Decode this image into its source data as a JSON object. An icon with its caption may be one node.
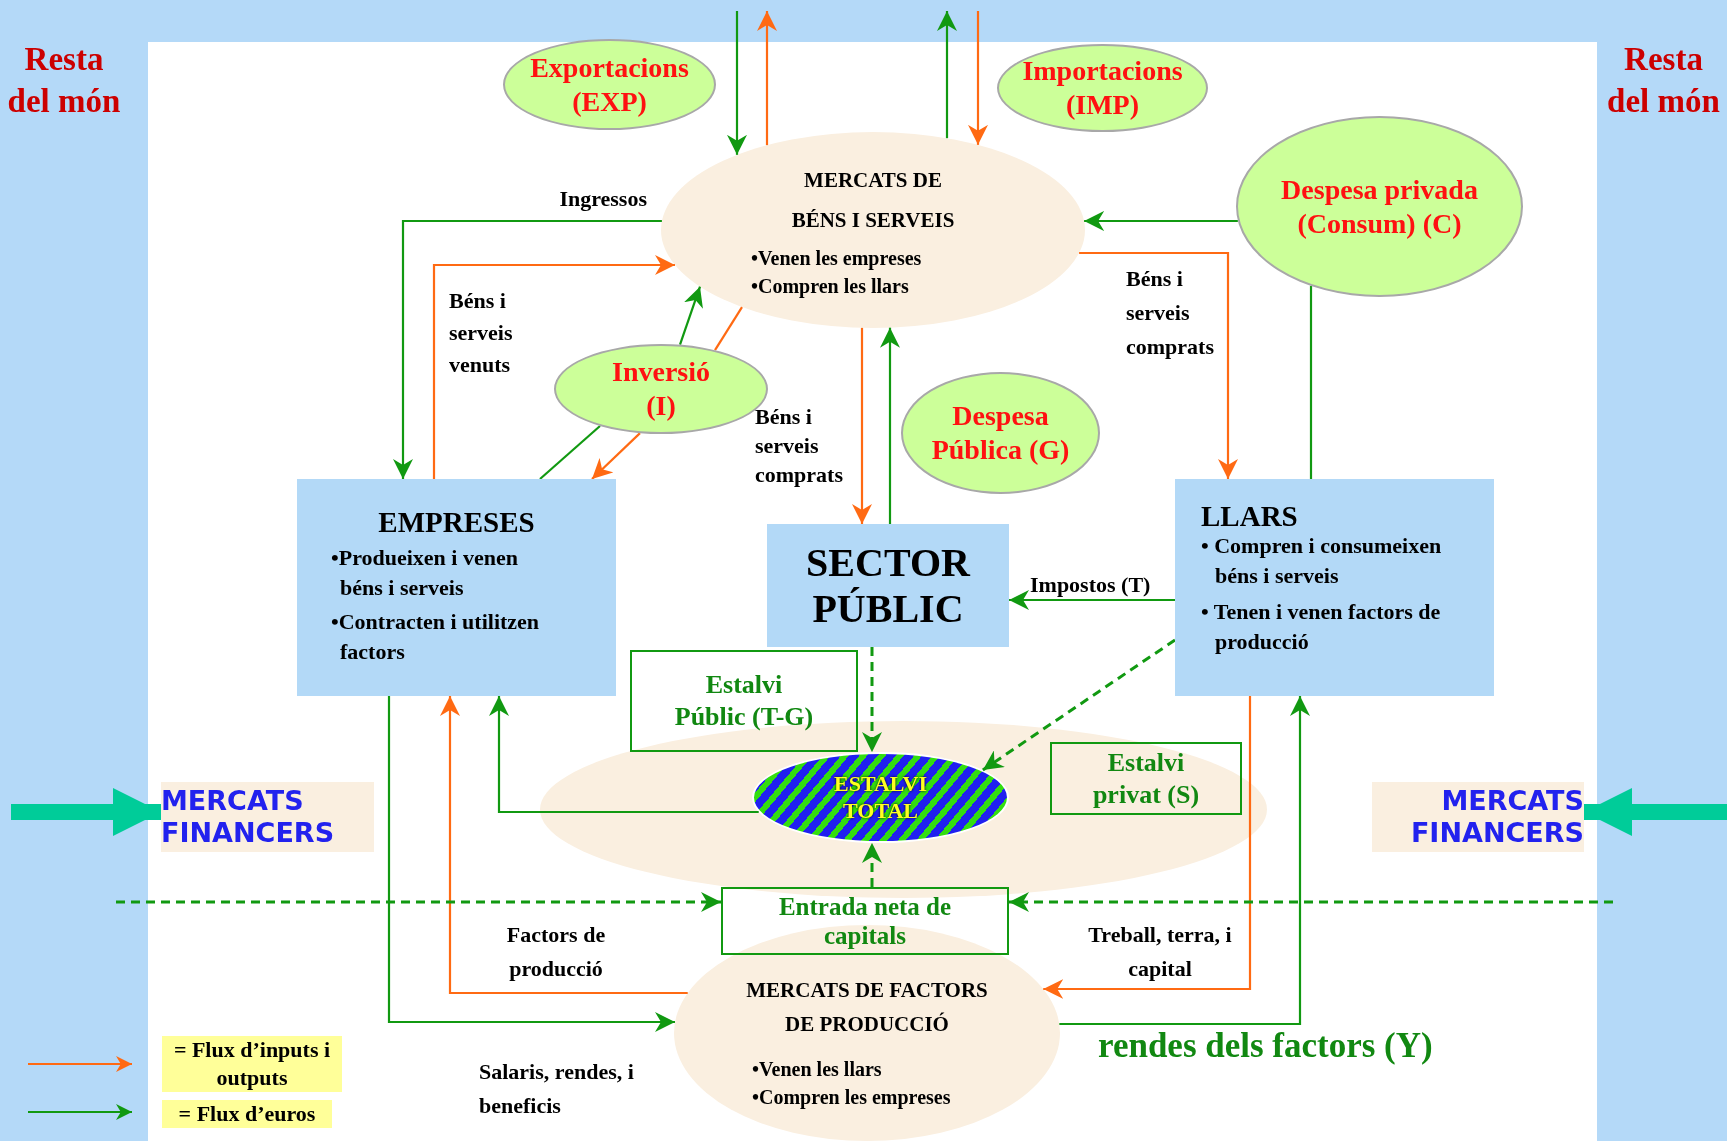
{
  "diagram": {
    "nodes": [
      {
        "text": [
          "MERCATS DE BÉNS I SERVEIS",
          "•Venen les empreses",
          "•Compren les llars"
        ]
      },
      {
        "text": [
          "Exportacions (EXP)"
        ]
      },
      {
        "text": [
          "Importacions (IMP)"
        ]
      },
      {
        "text": [
          "Despesa privada (Consum) (C)"
        ]
      },
      {
        "text": [
          "Inversió (I)"
        ]
      },
      {
        "text": [
          "Despesa Pública (G)"
        ]
      },
      {
        "text": [
          "EMPRESES",
          "•Produeixen i venen béns i serveis",
          "•Contracten i utilitzen factors"
        ]
      },
      {
        "text": [
          "SECTOR PÚBLIC"
        ]
      },
      {
        "text": [
          "LLARS",
          "• Compren i consumeixen béns i serveis",
          "• Tenen i venen factors de producció"
        ]
      },
      {
        "text": [],
        "shape": "ellipse"
      },
      {
        "text": [
          "ESTALVI TOTAL"
        ],
        "in": 9
      },
      {
        "text": [
          "Estalvi Públic (T-G)"
        ]
      },
      {
        "text": [
          "Estalvi privat (S)"
        ],
        "in": 9
      },
      {
        "text": [
          "Entrada neta de capitals"
        ]
      },
      {
        "text": [
          "MERCATS DE FACTORS DE PRODUCCIÓ",
          "•Venen les llars",
          "•Compren les empreses"
        ]
      },
      {
        "text": [
          "MERCATS FINANCERS"
        ]
      },
      {
        "text": [
          "MERCATS FINANCERS"
        ]
      }
    ],
    "edges": [
      {
        "from": null,
        "to": 0,
        "arrow": "to"
      },
      {
        "from": 0,
        "to": null,
        "arrow": "to",
        "color": "#ff6a13"
      },
      {
        "from": 0,
        "to": null,
        "arrow": "to"
      },
      {
        "from": null,
        "to": 0,
        "arrow": "to",
        "color": "#ff6a13"
      },
      {
        "from": 0,
        "to": 6,
        "arrow": "to",
        "label": "Ingressos"
      },
      {
        "from": 6,
        "to": 0,
        "arrow": "to",
        "label": "Béns i serveis venuts",
        "color": "#ff6a13"
      },
      {
        "from": 3,
        "to": 0,
        "arrow": "to"
      },
      {
        "from": 0,
        "to": 8,
        "arrow": "to",
        "label": "Béns i serveis comprats",
        "color": "#ff6a13"
      },
      {
        "from": 8,
        "to": 3,
        "arrow": "none"
      },
      {
        "from": 6,
        "to": 4,
        "arrow": "none"
      },
      {
        "from": 4,
        "to": 0,
        "arrow": "to"
      },
      {
        "from": 0,
        "to": 4,
        "arrow": "none",
        "color": "#ff6a13"
      },
      {
        "from": 4,
        "to": 6,
        "arrow": "to",
        "color": "#ff6a13"
      },
      {
        "from": 0,
        "to": 7,
        "arrow": "to",
        "label": "Béns i serveis comprats",
        "color": "#ff6a13"
      },
      {
        "from": 7,
        "to": 0,
        "arrow": "to"
      },
      {
        "from": 8,
        "to": 7,
        "arrow": "to",
        "label": "Impostos (T)"
      },
      {
        "from": 7,
        "to": 10,
        "arrow": "to",
        "style": "dashed"
      },
      {
        "from": 8,
        "to": 10,
        "arrow": "to",
        "style": "dashed"
      },
      {
        "from": 13,
        "to": 10,
        "arrow": "to",
        "style": "dashed"
      },
      {
        "from": 10,
        "to": 6,
        "arrow": "to"
      },
      {
        "from": 6,
        "to": 14,
        "arrow": "to",
        "label": "Salaris, rendes, i beneficis"
      },
      {
        "from": 14,
        "to": 6,
        "arrow": "to",
        "label": "Factors de producció",
        "color": "#ff6a13"
      },
      {
        "from": 8,
        "to": 14,
        "arrow": "to",
        "label": "Treball, terra, i capital",
        "color": "#ff6a13"
      },
      {
        "from": 14,
        "to": 8,
        "arrow": "to",
        "label": "rendes dels factors (Y)"
      },
      {
        "from": null,
        "to": 13,
        "arrow": "to",
        "style": "dashed"
      },
      {
        "from": null,
        "to": 13,
        "arrow": "to",
        "style": "dashed"
      },
      {
        "from": null,
        "to": 15,
        "arrow": "to",
        "style": "thick",
        "color": "#00cc99"
      },
      {
        "from": null,
        "to": 16,
        "arrow": "to",
        "style": "thick",
        "color": "#00cc99"
      }
    ],
    "labels": [
      "Resta del món",
      "Resta del món"
    ],
    "legend": [
      {
        "text": "= Flux d’inputs i outputs"
      },
      {
        "text": "= Flux d’euros"
      }
    ]
  }
}
